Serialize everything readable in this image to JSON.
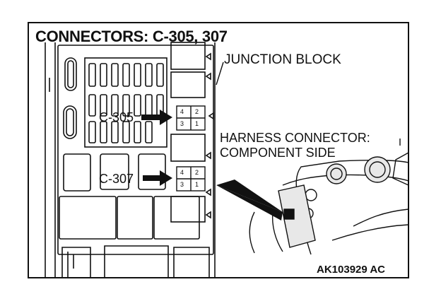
{
  "title": "CONNECTORS: C-305, 307",
  "labels": {
    "junction_block": "JUNCTION BLOCK",
    "harness_line1": "HARNESS CONNECTOR:",
    "harness_line2": "COMPONENT SIDE",
    "c305": "C-305",
    "c307": "C-307",
    "ref_code": "AK103929 AC"
  },
  "connectors": {
    "c305_pins": {
      "top_left": "4",
      "top_right": "2",
      "bottom_left": "3",
      "bottom_right": "1"
    },
    "c307_pins": {
      "top_left": "4",
      "top_right": "2",
      "bottom_left": "3",
      "bottom_right": "1"
    }
  },
  "colors": {
    "ink": "#111111",
    "paper": "#ffffff",
    "shade": "#e8e8e8"
  }
}
